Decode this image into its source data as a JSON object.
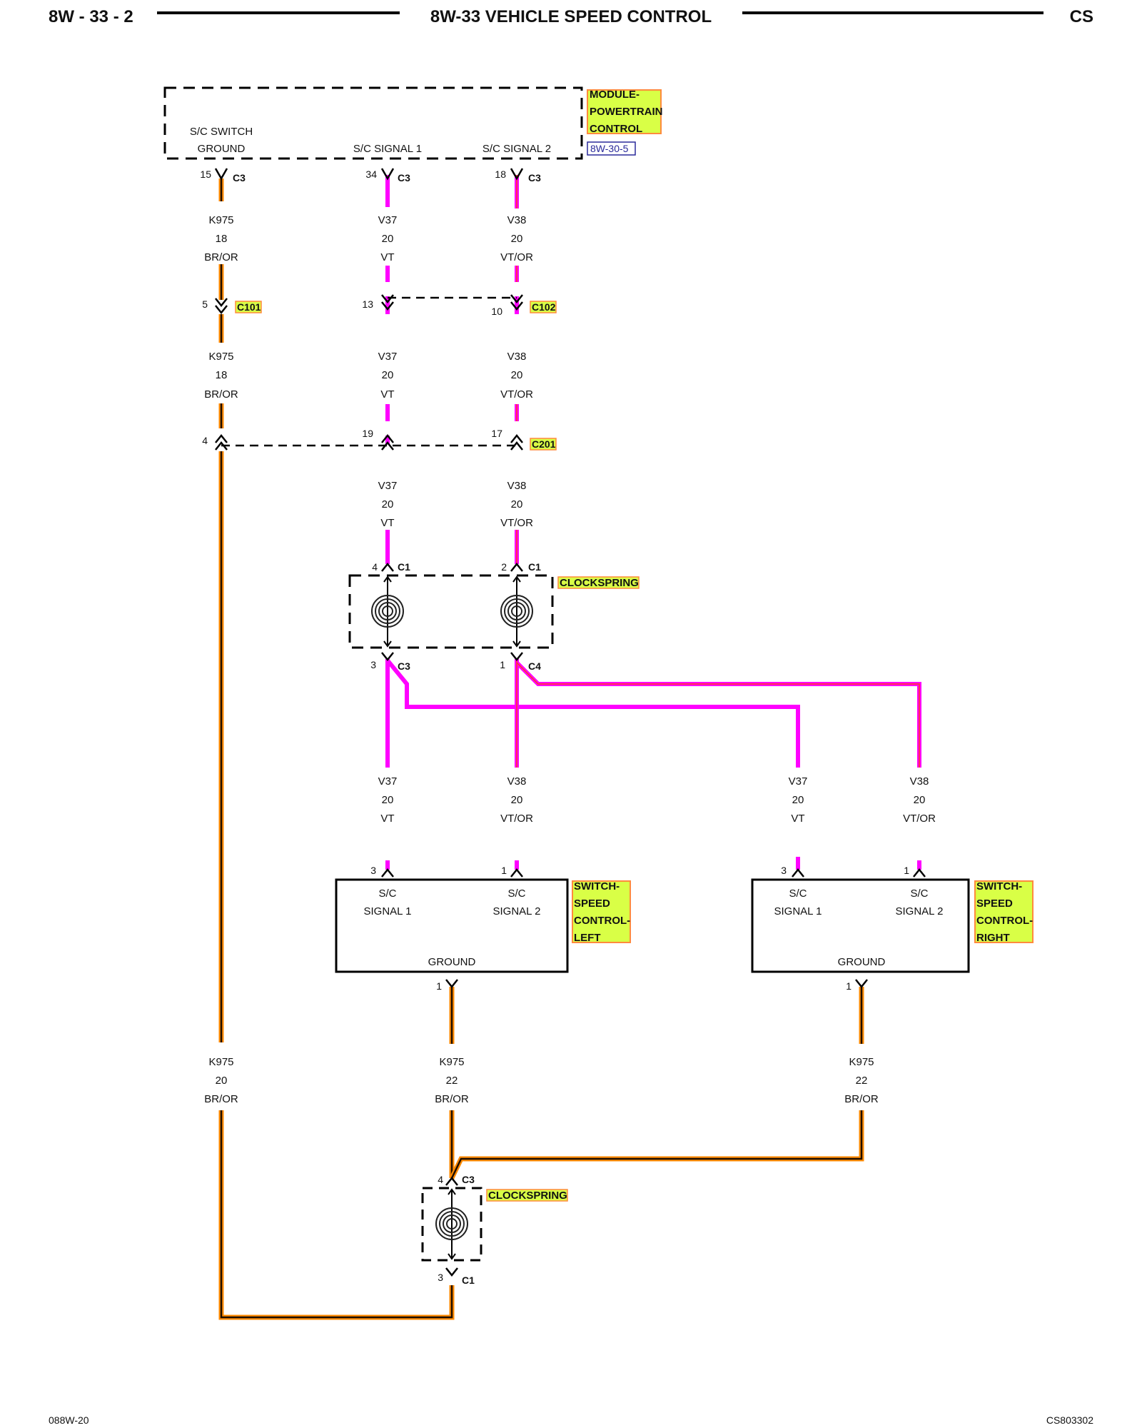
{
  "header": {
    "page_left": "8W - 33 - 2",
    "title": "8W-33 VEHICLE SPEED CONTROL",
    "page_right": "CS"
  },
  "footer": {
    "left": "088W-20",
    "right": "CS803302"
  },
  "colors": {
    "wire_br_or_core": "#1f0f00",
    "wire_br_or_outer": "#ff8a00",
    "wire_vt": "#ff00ff",
    "wire_vt_or_trace": "#ff3b1f",
    "tag_fill": "#d9ff46",
    "tag_border": "#ff8a3d"
  },
  "pcm": {
    "name_lines": [
      "MODULE-",
      "POWERTRAIN",
      "CONTROL"
    ],
    "ref": "8W-30-5",
    "switch_ground_lines": [
      "S/C SWITCH",
      "GROUND"
    ],
    "signal_1": "S/C SIGNAL 1",
    "signal_2": "S/C SIGNAL 2"
  },
  "connectors": {
    "c3": "C3",
    "c101": "C101",
    "c102": "C102",
    "c201": "C201",
    "c1": "C1",
    "c4": "C4"
  },
  "pins": {
    "p15": "15",
    "p34": "34",
    "p18": "18",
    "p5": "5",
    "p13": "13",
    "p10": "10",
    "p4": "4",
    "p19": "19",
    "p17": "17",
    "p2": "2",
    "p3": "3",
    "p1": "1"
  },
  "wires": {
    "k975_18": {
      "circuit": "K975",
      "gauge": "18",
      "color": "BR/OR"
    },
    "k975_20": {
      "circuit": "K975",
      "gauge": "20",
      "color": "BR/OR"
    },
    "k975_22": {
      "circuit": "K975",
      "gauge": "22",
      "color": "BR/OR"
    },
    "v37": {
      "circuit": "V37",
      "gauge": "20",
      "color": "VT"
    },
    "v38": {
      "circuit": "V38",
      "gauge": "20",
      "color": "VT/OR"
    }
  },
  "clockspring": {
    "name": "CLOCKSPRING"
  },
  "switch_left": {
    "name_lines": [
      "SWITCH-",
      "SPEED",
      "CONTROL-",
      "LEFT"
    ],
    "sig1_lines": [
      "S/C",
      "SIGNAL 1"
    ],
    "sig2_lines": [
      "S/C",
      "SIGNAL 2"
    ],
    "ground": "GROUND"
  },
  "switch_right": {
    "name_lines": [
      "SWITCH-",
      "SPEED",
      "CONTROL-",
      "RIGHT"
    ],
    "sig1_lines": [
      "S/C",
      "SIGNAL 1"
    ],
    "sig2_lines": [
      "S/C",
      "SIGNAL 2"
    ],
    "ground": "GROUND"
  }
}
